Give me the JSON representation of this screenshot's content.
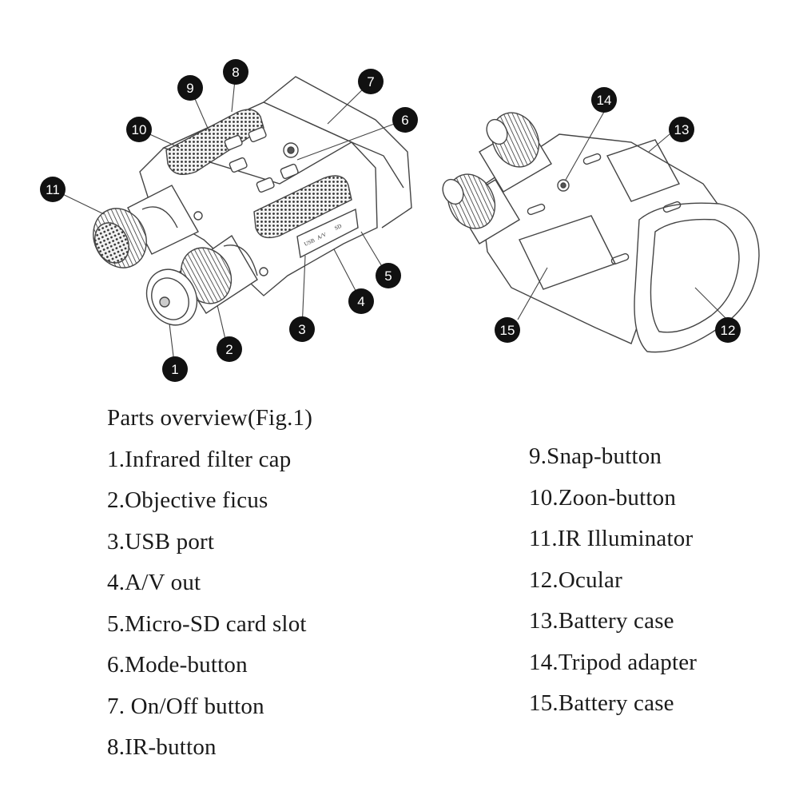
{
  "legend": {
    "title": "Parts overview(Fig.1)",
    "left_items": [
      "1.Infrared filter cap",
      "2.Objective  ficus",
      "3.USB port",
      "4.A/V out",
      "5.Micro-SD card slot",
      "6.Mode-button",
      "7. On/Off button",
      "8.IR-button"
    ],
    "right_items": [
      "9.Snap-button",
      "10.Zoon-button",
      "11.IR Illuminator",
      "12.Ocular",
      "13.Battery case",
      "14.Tripod adapter",
      "15.Battery case"
    ]
  },
  "callouts": [
    "1",
    "2",
    "3",
    "4",
    "5",
    "6",
    "7",
    "8",
    "9",
    "10",
    "11",
    "12",
    "13",
    "14",
    "15"
  ],
  "port_labels": [
    "USB",
    "A/V",
    "SD"
  ],
  "colors": {
    "ink": "#1a1a1a",
    "line": "#444444",
    "badge": "#111111",
    "background": "#ffffff"
  }
}
